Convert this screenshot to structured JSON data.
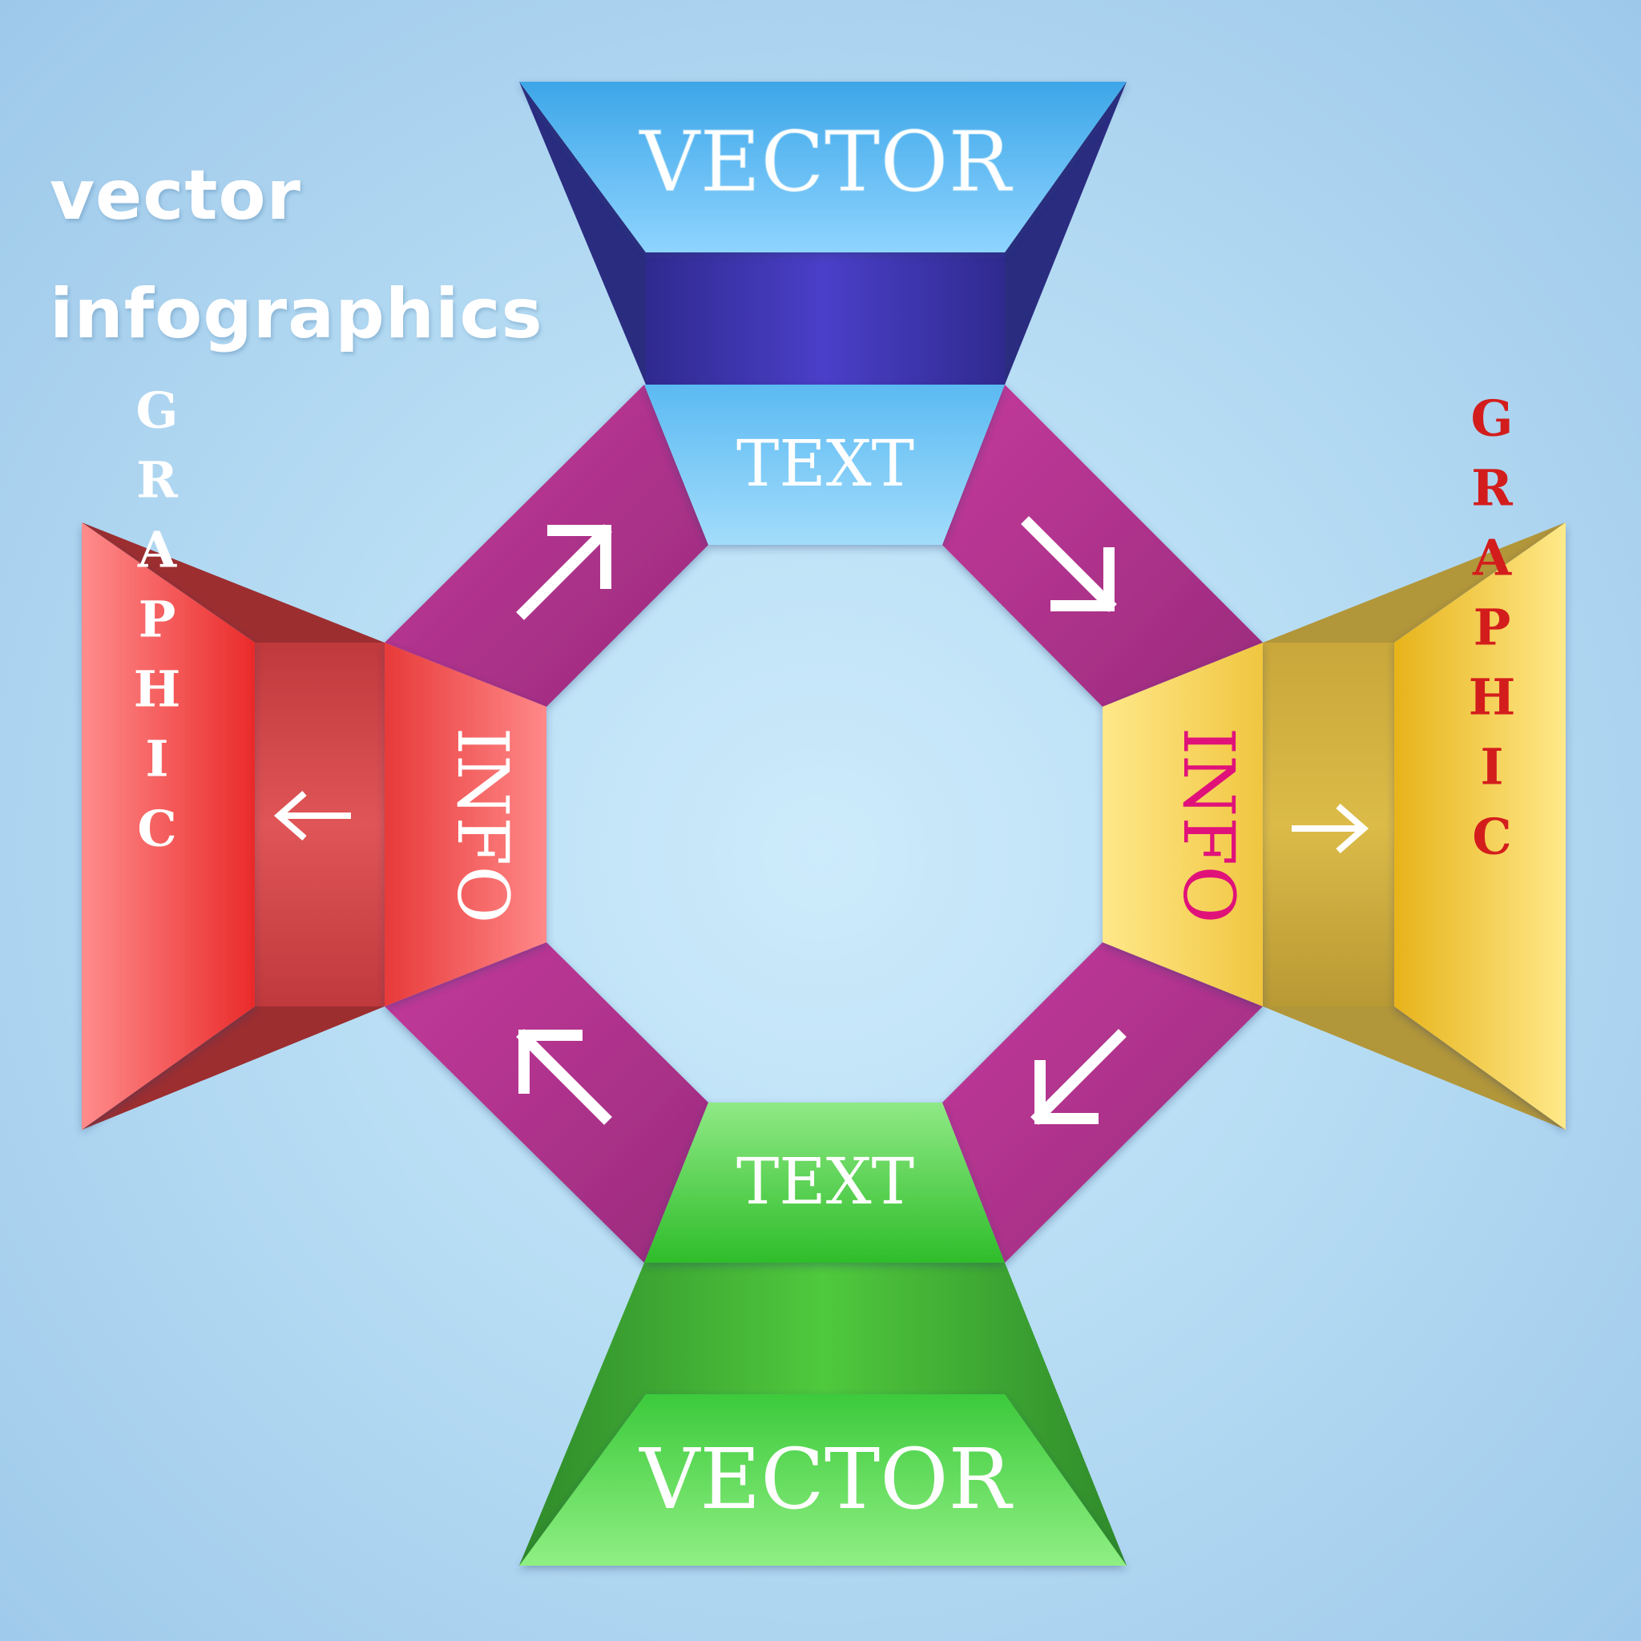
{
  "title": {
    "line1": "vector",
    "line2": "infographics"
  },
  "top": {
    "outer_label": "VECTOR",
    "inner_label": "TEXT"
  },
  "bottom": {
    "outer_label": "VECTOR",
    "inner_label": "TEXT"
  },
  "left": {
    "outer_label": "GRAPHIC",
    "inner_label": "INFO"
  },
  "right": {
    "outer_label": "GRAPHIC",
    "inner_label": "INFO"
  },
  "colors": {
    "top_accent": "#4aaeea",
    "top_depth": "#3b33a8",
    "bottom_accent": "#3cc83a",
    "bottom_depth": "#3f9e35",
    "left_accent": "#f05a5f",
    "left_depth": "#b83a3e",
    "right_accent": "#f3cd52",
    "right_depth": "#bfa23c",
    "connector": "#b0338f",
    "left_text": "#ffffff",
    "right_text": "#e0127a",
    "right_outer_text": "#d31d1d"
  },
  "icons": {
    "connector_top_left": "arrow-up-right-icon",
    "connector_top_right": "arrow-down-right-icon",
    "connector_bottom_right": "arrow-down-left-icon",
    "connector_bottom_left": "arrow-up-left-icon",
    "left_band": "arrow-left-icon",
    "right_band": "arrow-right-icon"
  }
}
